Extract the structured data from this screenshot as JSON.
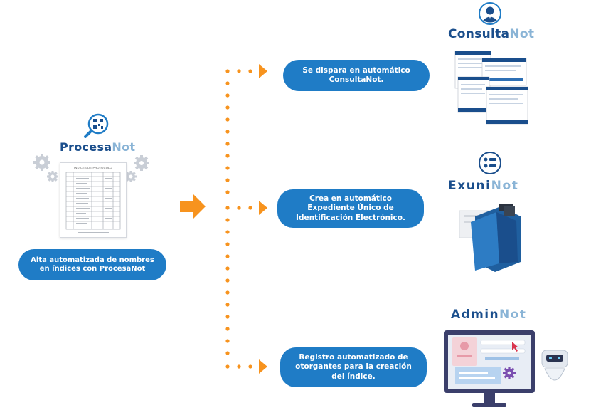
{
  "left": {
    "brand_part1": "Procesa",
    "brand_part2": "Not",
    "caption_line1": "Alta automatizada de nombres",
    "caption_line2": "en índices con ProcesaNot",
    "doc_title": "INDICES DE PROTOCOLO"
  },
  "steps": [
    {
      "line1": "Se dispara en automático",
      "line2": "ConsultaNot.",
      "line3": ""
    },
    {
      "line1": "Crea en automático",
      "line2": "Expediente Único de",
      "line3": "Identificación Electrónico."
    },
    {
      "line1": "Registro automatizado de",
      "line2": "otorgantes para la creación",
      "line3": "del índice."
    }
  ],
  "products": [
    {
      "part1": "Consulta",
      "part2": "Not"
    },
    {
      "part1": "Exuni",
      "part2": "Not"
    },
    {
      "part1": "Admin",
      "part2": "Not"
    }
  ],
  "colors": {
    "accent_blue": "#1f7cc6",
    "brand_dark": "#1a4e8c",
    "brand_light": "#8ab4d6",
    "orange": "#f7931e"
  }
}
